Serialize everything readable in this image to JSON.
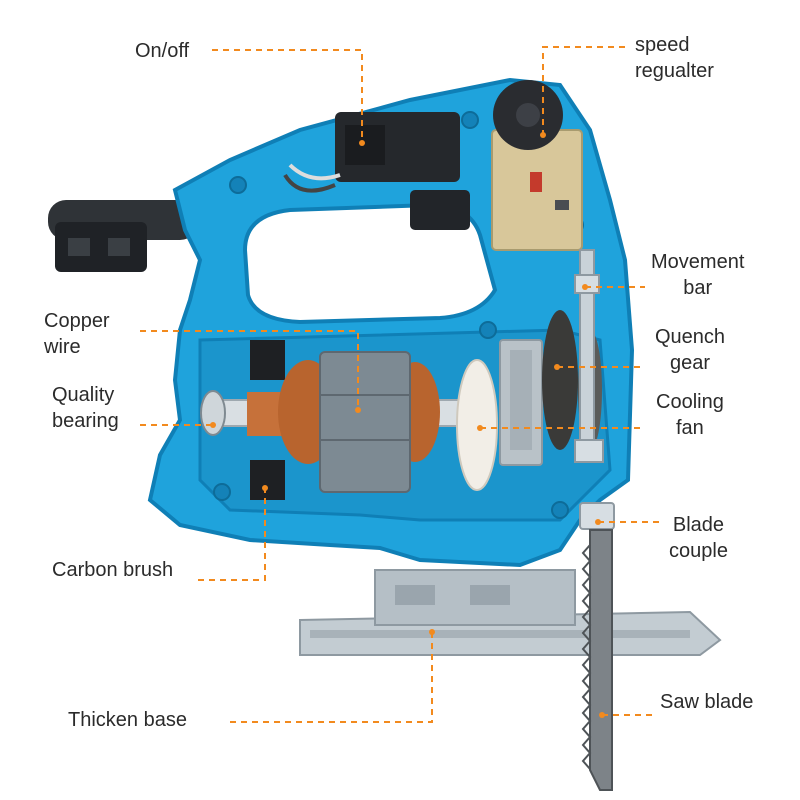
{
  "labels": {
    "on_off": "On/off",
    "speed_regulator": [
      "speed",
      "regualter"
    ],
    "movement_bar": [
      "Movement",
      "bar"
    ],
    "copper_wire": [
      "Copper",
      "wire"
    ],
    "quench_gear": [
      "Quench",
      "gear"
    ],
    "quality_bearing": [
      "Quality",
      "bearing"
    ],
    "cooling_fan": [
      "Cooling",
      "fan"
    ],
    "blade_couple": [
      "Blade",
      "couple"
    ],
    "carbon_brush": "Carbon brush",
    "thicken_base": "Thicken base",
    "saw_blade": "Saw blade"
  },
  "colors": {
    "housing_blue": "#1fa3dc",
    "housing_dark": "#0f7fb6",
    "leader_line": "#f28a1e",
    "label_text": "#2b2b2b",
    "copper": "#b8642e",
    "stator_grey": "#7d8a93",
    "metal": "#c9d2d8"
  }
}
